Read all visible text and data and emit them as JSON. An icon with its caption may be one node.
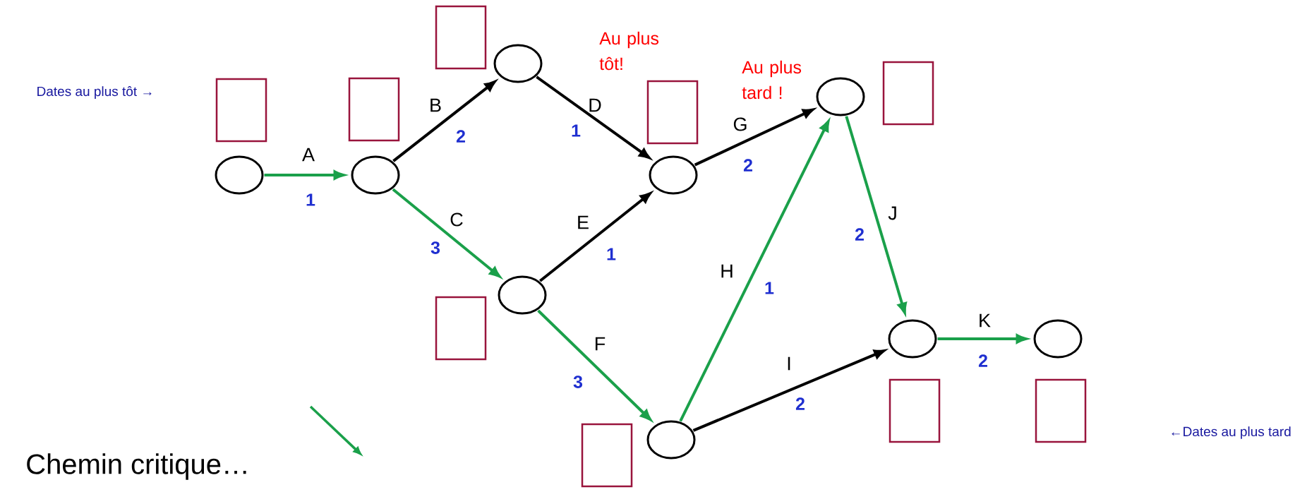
{
  "diagram": {
    "nodes": [
      {
        "text": [],
        "shape": "circle"
      },
      {
        "text": [],
        "shape": "circle"
      },
      {
        "text": [],
        "shape": "circle"
      },
      {
        "text": [],
        "shape": "circle"
      },
      {
        "text": [],
        "shape": "circle"
      },
      {
        "text": [],
        "shape": "circle"
      },
      {
        "text": [],
        "shape": "circle"
      },
      {
        "text": [],
        "shape": "circle"
      },
      {
        "text": [],
        "shape": "circle"
      },
      {
        "text": [],
        "shape": "box"
      },
      {
        "text": [],
        "shape": "box"
      },
      {
        "text": [],
        "shape": "box"
      },
      {
        "text": [],
        "shape": "box"
      },
      {
        "text": [],
        "shape": "box"
      },
      {
        "text": [],
        "shape": "box"
      },
      {
        "text": [],
        "shape": "box"
      },
      {
        "text": [],
        "shape": "box"
      },
      {
        "text": [],
        "shape": "box"
      }
    ],
    "edges": [
      {
        "from": 0,
        "to": 1,
        "arrow": "to",
        "label": "A"
      },
      {
        "from": 1,
        "to": 2,
        "arrow": "to",
        "label": "B",
        "color": "#000000"
      },
      {
        "from": 1,
        "to": 4,
        "arrow": "to",
        "label": "C"
      },
      {
        "from": 2,
        "to": 3,
        "arrow": "to",
        "label": "D",
        "color": "#000000"
      },
      {
        "from": 4,
        "to": 3,
        "arrow": "to",
        "label": "E",
        "color": "#000000"
      },
      {
        "from": 4,
        "to": 6,
        "arrow": "to",
        "label": "F"
      },
      {
        "from": 3,
        "to": 5,
        "arrow": "to",
        "label": "G",
        "color": "#000000"
      },
      {
        "from": 6,
        "to": 5,
        "arrow": "to",
        "label": "H"
      },
      {
        "from": 6,
        "to": 7,
        "arrow": "to",
        "label": "I",
        "color": "#000000"
      },
      {
        "from": 5,
        "to": 7,
        "arrow": "to",
        "label": "J"
      },
      {
        "from": 7,
        "to": 8,
        "arrow": "to",
        "label": "K"
      }
    ],
    "labels": [
      "Au plus tôt!",
      "Au plus tard !",
      "Dates au plus tôt →",
      "1",
      "2",
      "3",
      "1",
      "1",
      "3",
      "2",
      "1",
      "2",
      "2",
      "2",
      "←Dates au plus tard",
      "Chemin critique…"
    ]
  }
}
